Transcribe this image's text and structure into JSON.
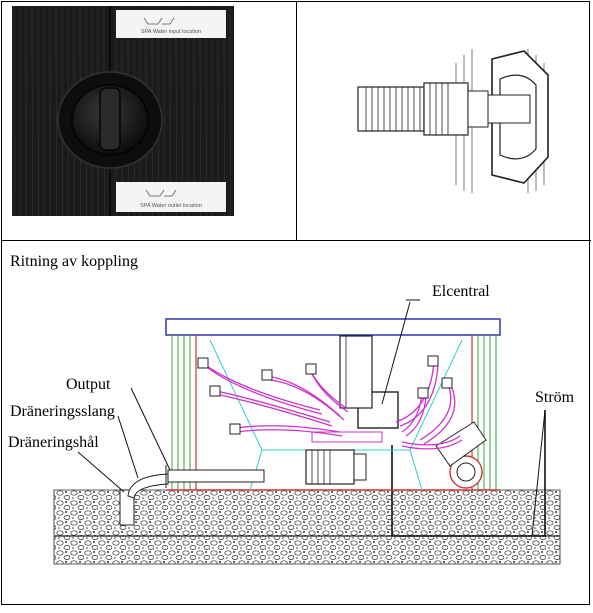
{
  "top_left": {
    "sticker_top": "SPA Water input location",
    "sticker_bottom": "SPA Water outlet location"
  },
  "bottom": {
    "title": "Ritning av koppling",
    "labels": {
      "elcentral": "Elcentral",
      "output": "Output",
      "draneringsslang": "Dräneringsslang",
      "draneringshal": "Dräneringshål",
      "strom": "Ström"
    }
  },
  "colors": {
    "wood": "#1a1a1a",
    "pipes": "#cc33cc",
    "frame_blue": "#3333aa",
    "frame_green": "#33aa33",
    "frame_red": "#cc3333",
    "cyan": "#33cccc"
  }
}
